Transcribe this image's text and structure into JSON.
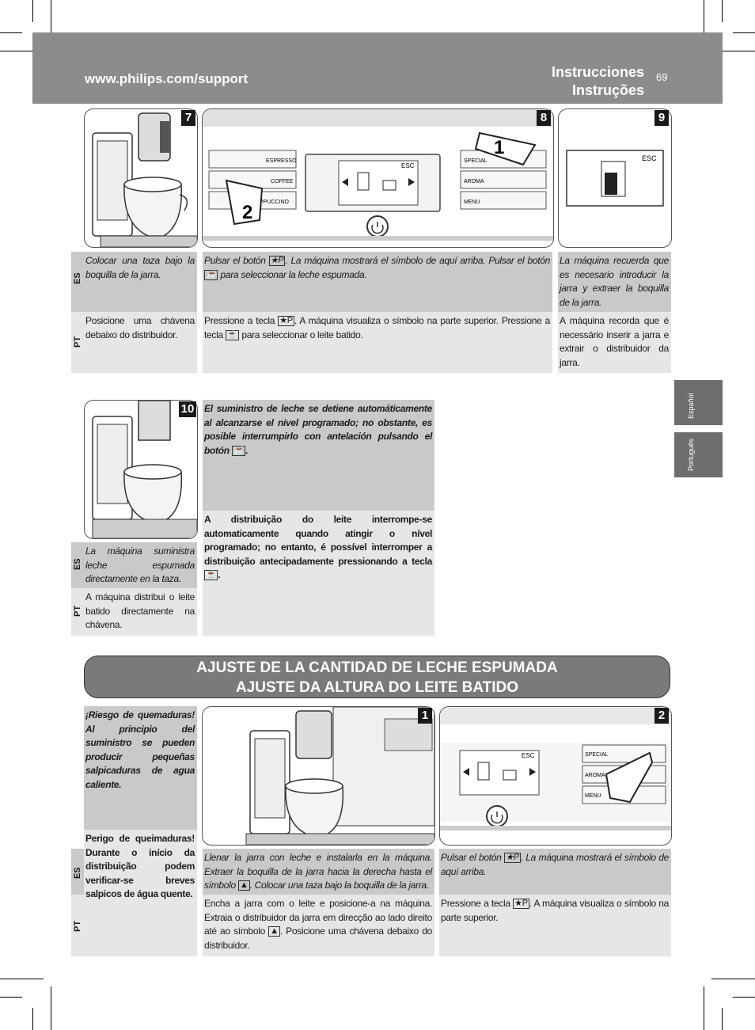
{
  "header": {
    "url": "www.philips.com/support",
    "title_es": "Instrucciones",
    "title_pt": "Instruções",
    "page_number": "69"
  },
  "side_tabs": {
    "es": "Español",
    "pt": "Português"
  },
  "lang": {
    "es": "ES",
    "pt": "PT"
  },
  "steps_top": {
    "s7": {
      "badge": "7",
      "es": "Colocar una taza bajo la boquilla de la jarra.",
      "pt": "Posicione uma chávena debaixo do distribuidor."
    },
    "s8": {
      "badge": "8",
      "es_a": "Pulsar el botón ",
      "es_b": ". La máquina mostrará el símbolo de aquí arriba. Pulsar el botón ",
      "es_c": " para seleccionar la leche espumada.",
      "pt_a": "Pressione a tecla ",
      "pt_b": ". A máquina visualiza o símbolo na parte superior. Pressione a tecla ",
      "pt_c": " para seleccionar o leite batido.",
      "display_labels": {
        "espresso": "ESPRESSO",
        "coffee": "COFFEE",
        "cappuccino": "PPUCCINO",
        "special": "SPECIAL",
        "aroma": "AROMA",
        "menu": "MENU",
        "esc": "ESC",
        "callout1": "1",
        "callout2": "2"
      }
    },
    "s9": {
      "badge": "9",
      "esc": "ESC",
      "es": "La máquina recuerda que es necesario introducir la jarra y extraer la boquilla de la jarra.",
      "pt": "A máquina recorda que é necessário inserir a jarra e extrair o distribuidor da jarra."
    }
  },
  "step10": {
    "badge": "10",
    "es": "La máquina suministra leche espumada directamente en la taza.",
    "pt": "A máquina distribui o leite batido directamente na chávena."
  },
  "note10": {
    "es": "El suministro de leche se detiene automáticamente al alcanzarse el nivel programado; no obstante, es posible interrumpirlo con antelación pulsando el botón",
    "pt": "A distribuição do leite interrompe-se automaticamente quando atingir o nível programado; no entanto, é possível interromper a distribuição antecipadamente pressionando a tecla"
  },
  "section": {
    "title_es": "AJUSTE DE LA CANTIDAD DE LECHE ESPUMADA",
    "title_pt": "AJUSTE DA ALTURA DO LEITE BATIDO"
  },
  "warning": {
    "es": "¡Riesgo de quemaduras! Al principio del suministro se pueden producir pequeñas salpicaduras de agua caliente.",
    "pt": "Perigo de queimaduras! Durante o início da distribuição podem verificar-se breves salpicos de água quente."
  },
  "steps_bottom": {
    "s1": {
      "badge": "1",
      "es_a": "Llenar la jarra con leche e instalarla en la máquina. Extraer la boquilla de la jarra hacia la derecha hasta el símbolo ",
      "es_b": ". Colocar una taza bajo la boquilla de la jarra.",
      "pt_a": "Encha a jarra com o leite e posicione-a na máquina. Extraia o distribuidor da jarra em direcção ao lado direito até ao símbolo ",
      "pt_b": ". Posicione uma chávena debaixo do distribuidor."
    },
    "s2": {
      "badge": "2",
      "es_a": "Pulsar el botón ",
      "es_b": ". La máquina mostrará el símbolo de aquí arriba.",
      "pt_a": "Pressione a tecla ",
      "pt_b": ". A máquina visualiza o símbolo na parte superior.",
      "display_labels": {
        "special": "SPECIAL",
        "aroma": "AROMA",
        "menu": "MENU",
        "esc": "ESC"
      }
    }
  },
  "icons": [
    "special-p-icon",
    "memo-cup-icon",
    "milk-spout-icon",
    "power-icon",
    "hand-pointer-icon",
    "arrow-left-icon",
    "arrow-right-icon"
  ],
  "colors": {
    "header": "#8c8c8c",
    "es_row": "#c9c9c9",
    "pt_row": "#e6e6e6",
    "tab": "#6e6e6e",
    "section": "#7a7a7a"
  }
}
